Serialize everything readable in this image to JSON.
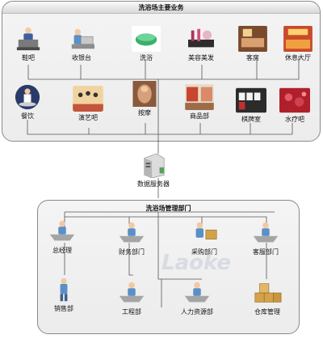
{
  "top_panel": {
    "title": "洗浴场主要业务",
    "row1": [
      {
        "id": "jiuba",
        "label": "鞋吧",
        "icon": "waiter-bar-icon"
      },
      {
        "id": "shouyin",
        "label": "收银台",
        "icon": "cashier-icon"
      },
      {
        "id": "xiyu",
        "label": "洗浴",
        "icon": "soap-icon"
      },
      {
        "id": "meirong",
        "label": "美容美发",
        "icon": "cosmetics-icon"
      },
      {
        "id": "kefang",
        "label": "客房",
        "icon": "guest-room-icon"
      },
      {
        "id": "xiuxi",
        "label": "休息大厅",
        "icon": "lounge-icon"
      }
    ],
    "row2": [
      {
        "id": "canyin",
        "label": "餐饮",
        "icon": "dining-icon"
      },
      {
        "id": "yanyi",
        "label": "演艺吧",
        "icon": "stage-show-icon"
      },
      {
        "id": "anmo",
        "label": "按摩",
        "icon": "massage-icon"
      },
      {
        "id": "shangpin",
        "label": "商品部",
        "icon": "shop-icon"
      },
      {
        "id": "qipai",
        "label": "棋牌室",
        "icon": "mahjong-icon"
      },
      {
        "id": "shuiliao",
        "label": "水疗吧",
        "icon": "spa-icon"
      }
    ]
  },
  "server": {
    "label": "数据服务器",
    "icon": "server-icon"
  },
  "bottom_panel": {
    "title": "洗浴场管理部门",
    "row1": [
      {
        "id": "zongjingli",
        "label": "总经理",
        "icon": "manager-desk-icon"
      },
      {
        "id": "caiwu",
        "label": "财务部门",
        "icon": "finance-desk-icon"
      },
      {
        "id": "caigou",
        "label": "采购部门",
        "icon": "purchasing-icon"
      },
      {
        "id": "kefu",
        "label": "客服部门",
        "icon": "customer-service-icon"
      }
    ],
    "row2": [
      {
        "id": "xiaoshou",
        "label": "销售部",
        "icon": "sales-icon"
      },
      {
        "id": "gongcheng",
        "label": "工程部",
        "icon": "engineering-icon"
      },
      {
        "id": "renli",
        "label": "人力资源部",
        "icon": "hr-icon"
      },
      {
        "id": "cangku",
        "label": "仓库管理",
        "icon": "warehouse-icon"
      }
    ]
  },
  "watermark": {
    "text": "Laoke"
  },
  "colors": {
    "panel_border": "#8a8a8a",
    "wire": "#555555",
    "figure_blue": "#5a8fc7"
  }
}
